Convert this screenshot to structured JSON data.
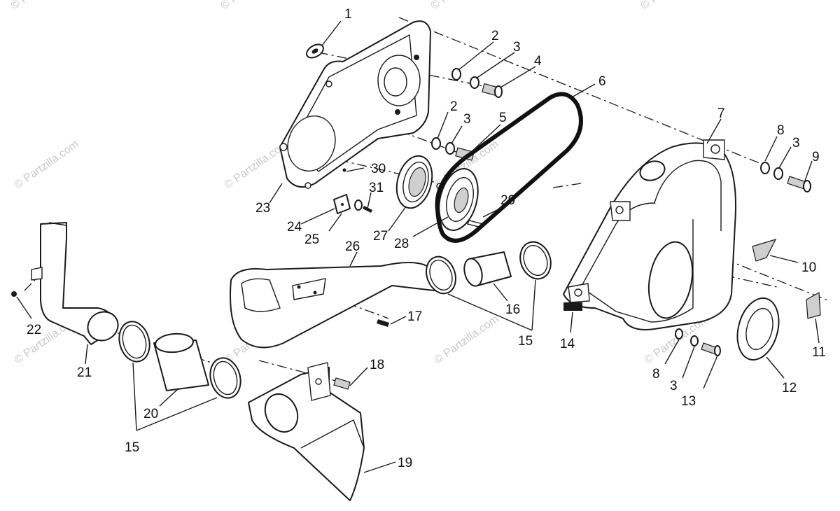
{
  "watermark": "© Partzilla.com",
  "callouts": {
    "c1": "1",
    "c2a": "2",
    "c2b": "2",
    "c3a": "3",
    "c3b": "3",
    "c3c": "3",
    "c3d": "3",
    "c4": "4",
    "c5": "5",
    "c6": "6",
    "c7": "7",
    "c8a": "8",
    "c8b": "8",
    "c9": "9",
    "c10": "10",
    "c11": "11",
    "c12": "12",
    "c13": "13",
    "c14": "14",
    "c15a": "15",
    "c15b": "15",
    "c16": "16",
    "c17": "17",
    "c18": "18",
    "c19": "19",
    "c20": "20",
    "c21": "21",
    "c22": "22",
    "c23": "23",
    "c24": "24",
    "c25": "25",
    "c26": "26",
    "c27": "27",
    "c28": "28",
    "c29": "29",
    "c30": "30",
    "c31": "31"
  },
  "icons": {
    "diagram": "exploded-parts-diagram"
  }
}
